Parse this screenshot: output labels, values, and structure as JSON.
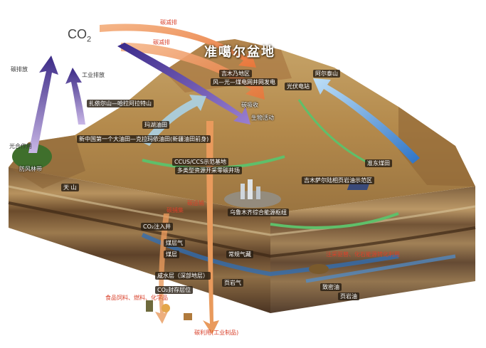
{
  "title": "准噶尔盆地",
  "co2": {
    "main": "CO",
    "sub": "2"
  },
  "arrows": {
    "reduce_1": "碳减排",
    "reduce_2": "碳减排",
    "emission": "碳排放",
    "industrial": "工业排放",
    "absorb": "碳吸收",
    "photosynthesis": "光合作用",
    "shelterbelt": "防风林带",
    "bio_activity": "生物活动"
  },
  "places": {
    "kelamayi_wind": "扎依尔山—哈拉阿拉特山",
    "mahu": "玛湖油田",
    "first_oilfield": "新中国第一个大油田—克拉玛依油田(新疆油田前身)",
    "jimunai": "吉木乃地区",
    "wind_solar": "风—光—煤电网并网发电",
    "altai": "阿尔泰山",
    "solar_station": "光伏电站",
    "ccus_base": "CCUS/CCS示范基地",
    "ccus_sub": "多类型资源开采零碳井场",
    "zhundong": "准东煤田",
    "jimusar": "吉木萨尔陆相页岩油示范区",
    "tianshan": "天 山",
    "urumqi": "乌鲁木齐综合能源枢纽"
  },
  "underground": {
    "co2_inject": "CO₂注入井",
    "coalbed_gas": "煤层气",
    "coal_seam": "煤层",
    "saline": "咸水层（深部地层）",
    "co2_storage": "CO₂封存层位",
    "conventional_gas": "常规气藏",
    "shale_gas": "页岩气",
    "tight_oil": "致密油",
    "shale_oil": "页岩油",
    "products": "食品饲料、燃料、化学品",
    "industrial_use": "碳利用(工业制品)",
    "co2_capture": "碳捕集",
    "co2_transport": "碳运输",
    "enhanced_recovery": "注采驱替、化石能源转化利用"
  }
}
